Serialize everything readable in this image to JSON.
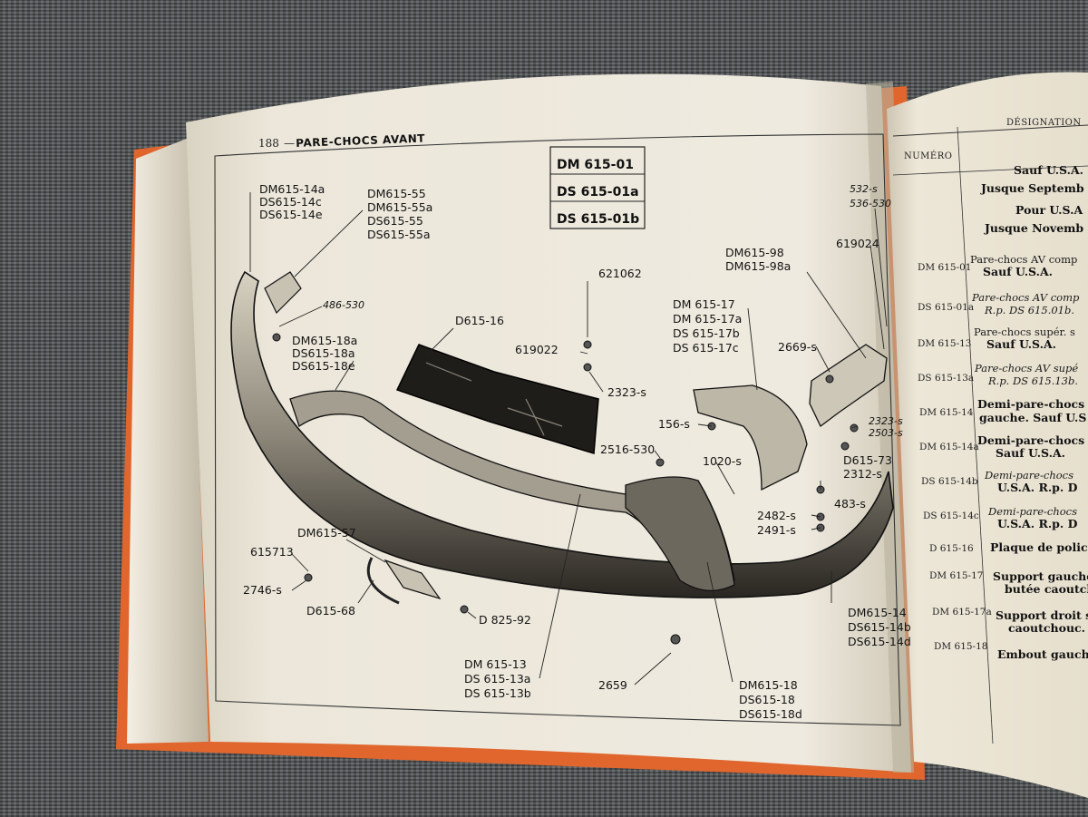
{
  "left_page": {
    "page_number": "188",
    "header_dash": "—",
    "header_title": "PARE-CHOCS AVANT",
    "boxed_refs": [
      "DM 615-01",
      "DS 615-01a",
      "DS 615-01b"
    ]
  },
  "callouts": {
    "c1": "DM615-14a",
    "c2": "DS615-14c",
    "c3": "DS615-14e",
    "c4": "DM615-55",
    "c5": "DM615-55a",
    "c6": "DS615-55",
    "c7": "DS615-55a",
    "c8": "486-530",
    "c9": "DM615-18a",
    "c10": "DS615-18a",
    "c11": "DS615-18e",
    "c12": "D615-16",
    "c13": "621062",
    "c14": "619022",
    "c15": "2323-s",
    "c16": "DM 615-17",
    "c17": "DM 615-17a",
    "c18": "DS 615-17b",
    "c19": "DS 615-17c",
    "c20": "DM615-98",
    "c21": "DM615-98a",
    "c22": "532-s",
    "c23": "536-530",
    "c24": "619024",
    "c25": "2669-s",
    "c26": "156-s",
    "c27": "2323-s",
    "c28": "2503-s",
    "c29": "2516-530",
    "c30": "1020-s",
    "c31": "D615-73",
    "c32": "2312-s",
    "c33": "483-s",
    "c34": "2482-s",
    "c35": "2491-s",
    "c36": "DM615-57",
    "c37": "615713",
    "c38": "2746-s",
    "c39": "D615-68",
    "c40": "D 825-92",
    "c41": "DM615-14",
    "c42": "DS615-14b",
    "c43": "DS615-14d",
    "c44": "DM 615-13",
    "c45": "DS 615-13a",
    "c46": "DS 615-13b",
    "c47": "2659",
    "c48": "DM615-18",
    "c49": "DS615-18",
    "c50": "DS615-18d"
  },
  "right_page": {
    "col_numero": "NUMÉRO",
    "col_designation": "DÉSIGNATION",
    "intro": [
      "Sauf U.S.A.",
      "Jusque Septemb",
      "Pour U.S.A",
      "Jusque Novemb"
    ],
    "rows": [
      {
        "num": "DM 615-01",
        "l1": "Pare-chocs AV comp",
        "l2": "Sauf U.S.A."
      },
      {
        "num": "DS 615-01a",
        "l1": "Pare-chocs AV comp",
        "l2": "R.p. DS 615.01b."
      },
      {
        "num": "DM 615-13",
        "l1": "Pare-chocs supér. s",
        "l2": "Sauf U.S.A."
      },
      {
        "num": "DS 615-13a",
        "l1": "Pare-chocs AV supé",
        "l2": "R.p. DS 615.13b."
      },
      {
        "num": "DM 615-14",
        "l1": "Demi-pare-chocs",
        "l2": "gauche. Sauf U.S"
      },
      {
        "num": "DM 615-14a",
        "l1": "Demi-pare-chocs inf",
        "l2": "Sauf U.S.A."
      },
      {
        "num": "DS 615-14b",
        "l1": "Demi-pare-chocs",
        "l2": "U.S.A. R.p. D"
      },
      {
        "num": "DS 615-14c",
        "l1": "Demi-pare-chocs",
        "l2": "U.S.A. R.p. D"
      },
      {
        "num": "D 615-16",
        "l1": "Plaque de police.",
        "l2": ""
      },
      {
        "num": "DM 615-17",
        "l1": "Support gauche",
        "l2": "butée caoutch"
      },
      {
        "num": "DM 615-17a",
        "l1": "Support droit san",
        "l2": "caoutchouc."
      },
      {
        "num": "DM 615-18",
        "l1": "Embout gauche.",
        "l2": ""
      }
    ]
  }
}
